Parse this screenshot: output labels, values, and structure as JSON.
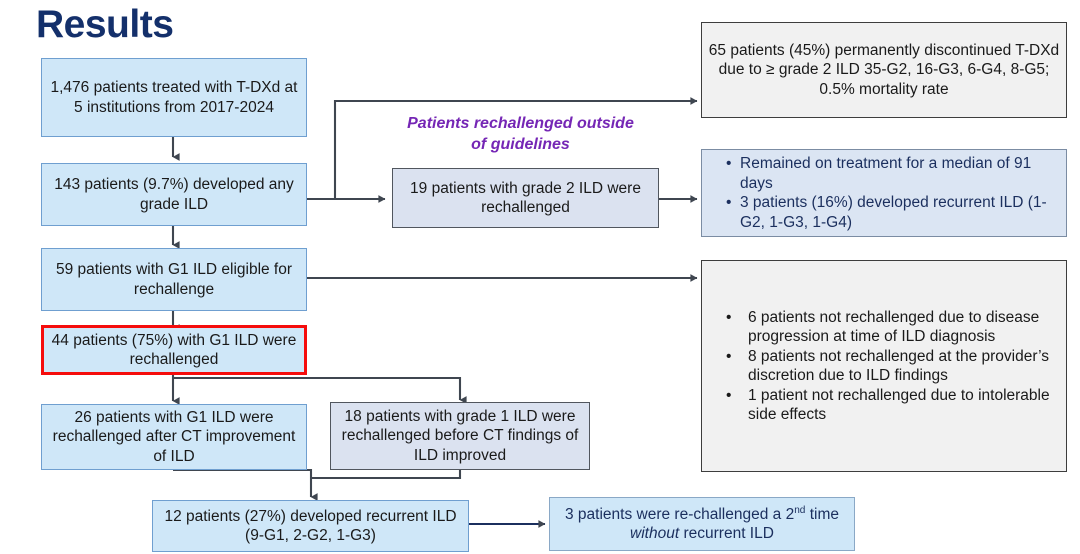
{
  "page": {
    "title": "Results",
    "title_color": "#14306b",
    "background": "#ffffff"
  },
  "callouts": [
    {
      "id": "outside-guidelines",
      "line1": "Patients rechallenged outside",
      "line2": "of guidelines",
      "color": "#7526b5"
    }
  ],
  "nodes": {
    "cohort": {
      "name": "total-cohort-box",
      "text": "1,476 patients treated with T-DXd at 5 institutions from 2017-2024",
      "fill": "#cfe7f8",
      "border": "#6f9fd0"
    },
    "any_ild": {
      "name": "any-grade-ild-box",
      "text": "143 patients (9.7%) developed any grade ILD",
      "fill": "#cfe7f8",
      "border": "#6f9fd0"
    },
    "eligible_g1": {
      "name": "eligible-for-rechallenge-box",
      "text": "59 patients with G1 ILD eligible for rechallenge",
      "fill": "#cfe7f8",
      "border": "#6f9fd0"
    },
    "rechallenged_g1": {
      "name": "g1-rechallenged-highlight-box",
      "text": "44 patients (75%) with G1 ILD were rechallenged",
      "fill": "#cfe7f8",
      "border": "#f50c0c"
    },
    "after_ct": {
      "name": "rechallenged-after-ct-box",
      "text": "26 patients with G1 ILD were rechallenged after CT improvement of ILD",
      "fill": "#cfe7f8",
      "border": "#6f9fd0"
    },
    "before_ct": {
      "name": "rechallenged-before-ct-box",
      "text": "18 patients with grade 1 ILD were rechallenged before CT findings of ILD improved",
      "fill": "#dbe2f0",
      "border": "#51565e"
    },
    "grade2_rechallenged": {
      "name": "grade2-rechallenged-box",
      "text": "19 patients with grade 2 ILD were rechallenged",
      "fill": "#dbe2f0",
      "border": "#51565e"
    },
    "discontinued": {
      "name": "permanently-discontinued-box",
      "text": "65 patients (45%) permanently discontinued T-DXd due to ≥ grade 2 ILD 35-G2, 16-G3, 6-G4, 8-G5; 0.5% mortality rate",
      "fill": "#f1f1f1",
      "border": "#3d3d3d"
    },
    "grade2_outcomes": {
      "name": "grade2-outcomes-box",
      "fill": "#dbe5f3",
      "border": "#7b8ca3",
      "bullets": [
        "Remained on treatment for a median of 91 days",
        "3 patients (16%) developed recurrent ILD (1-G2, 1-G3, 1-G4)"
      ]
    },
    "not_rechallenged": {
      "name": "not-rechallenged-reasons-box",
      "fill": "#f1f1f1",
      "border": "#3d3d3d",
      "bullets": [
        "6 patients not rechallenged due to disease progression at time of ILD diagnosis",
        "8 patients not rechallenged at the provider’s discretion due to ILD findings",
        "1 patient not rechallenged due to intolerable side effects"
      ]
    },
    "recurrent_ild": {
      "name": "recurrent-ild-box",
      "text": "12 patients (27%) developed recurrent ILD (9-G1, 2-G2, 1-G3)",
      "fill": "#cfe7f8",
      "border": "#6f9fd0"
    },
    "second_rechallenge": {
      "name": "second-rechallenge-box",
      "text_pre": "3 patients were re-challenged a 2",
      "superscript": "nd",
      "text_mid": " time ",
      "text_italic": "without",
      "text_post": " recurrent ILD",
      "fill": "#cfe7f8",
      "border": "#8aa8c6"
    }
  },
  "connectors": {
    "stroke": "#3f4650",
    "count": 10
  }
}
